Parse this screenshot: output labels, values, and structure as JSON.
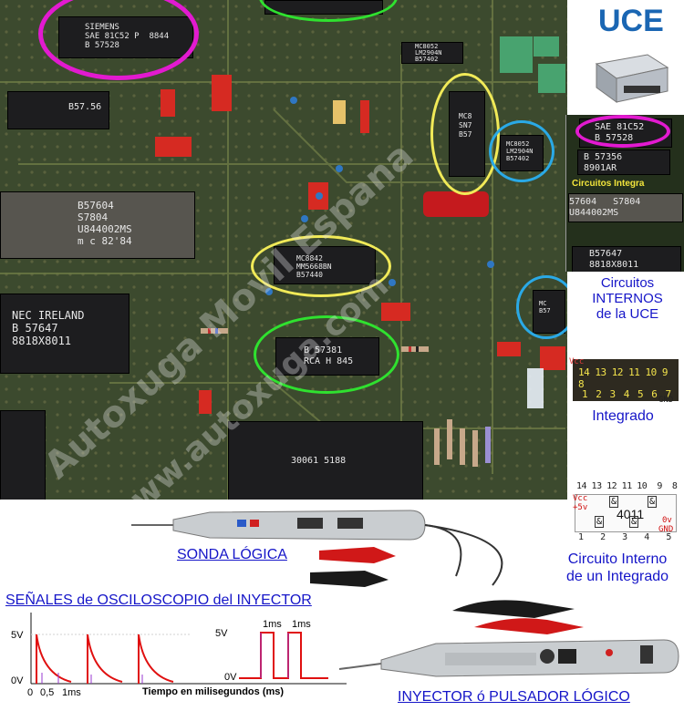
{
  "board": {
    "chips": {
      "siemens": "SIEMENS\nSAE 81C52 P  8844\nB 57528",
      "b5756": "B57.56",
      "b57604": "B57604\nS7804\nU844002MS\nm c 82'84",
      "nec": "NEC IRELAND\nB 57647\n8818X8011",
      "mc8842": "MC8842\nMM5668BN\nB57440",
      "b57381": "B 57381\nRCA H 845",
      "lm2904_top": "MC8052\nLM2904N\nB57402",
      "vertical_ic": "MC8\nSN7\nB57",
      "lm2904_mid": "MC8052\nLM2904N\nB57402",
      "bottom_ic": "30061 5188",
      "small_inset_ic": "MC\nB57"
    },
    "watermark_1": "Autoxuga Movil Espana",
    "watermark_2": "www.autoxuga.com"
  },
  "uce": {
    "title": "UCE"
  },
  "inset": {
    "chip_a": "SAE 81C52\nB 57528",
    "chip_b": "B 57356\n8901AR",
    "banner": "Circuitos Integra",
    "chip_c": "57604   S7804\nU844002MS",
    "chip_d": "B57647\n8818X8011"
  },
  "captions": {
    "circuitos_internos": "Circuitos\nINTERNOS\nde la UCE",
    "integrado": "Integrado",
    "circuito_interno_integrado": "Circuito Interno\nde un Integrado",
    "sonda_logica": "SONDA  LÓGICA",
    "senales": "SEÑALES de OSCILOSCOPIO del INYECTOR",
    "inyector": "INYECTOR ó PULSADOR LÓGICO"
  },
  "pinout": {
    "vcc": "Vcc",
    "gnd": "GND",
    "top_pins": "14 13 12 11 10 9  8",
    "bottom_pins": "1  2  3  4  5  6  7"
  },
  "gate_diagram": {
    "top_pins": "14 13 12 11 10  9  8",
    "bottom_pins": "1   2   3   4   5   6   7",
    "vcc": "Vcc",
    "plus5v": "+5v",
    "chip_number": "4011",
    "zero_v": "0v",
    "gnd": "GND",
    "gate_symbol": "&"
  },
  "oscilloscope": {
    "y_high": "5V",
    "y_low": "0V",
    "x_ticks": [
      "0",
      "0,5",
      "1ms"
    ],
    "pulse_high": "5V",
    "pulse_low": "0V",
    "pulse_width_1": "1ms",
    "pulse_width_2": "1ms",
    "xlabel": "Tiempo en milisegundos (ms)"
  },
  "colors": {
    "pcb": "#3c4a2e",
    "pink_ring": "#e21ad0",
    "yellow_ring": "#f1ea58",
    "green_ring": "#2fe12f",
    "cyan_ring": "#2aa9e6",
    "link_blue": "#1515c8",
    "signal_red": "#e01010"
  },
  "icons": [
    "ecu-module-icon",
    "logic-probe-icon",
    "logic-pulser-icon",
    "alligator-clip-icon"
  ]
}
